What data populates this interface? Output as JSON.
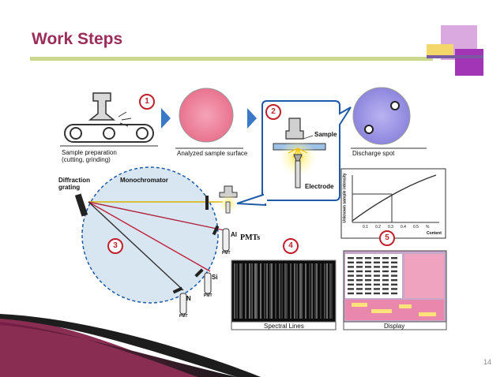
{
  "slide": {
    "title": "Work Steps",
    "page_number": "14"
  },
  "steps": {
    "n1": "1",
    "n2": "2",
    "n3": "3",
    "n4": "4",
    "n5": "5"
  },
  "captions": {
    "sample_preparation": "Sample preparation\n(cutting, grinding)",
    "analyzed_surface": "Analyzed sample surface",
    "discharge_spot": "Discharge spot",
    "spectral_lines": "Spectral Lines",
    "display": "Display"
  },
  "labels": {
    "sample": "Sample",
    "electrode": "Electrode",
    "diffraction_grating": "Diffraction\ngrating",
    "monochromator": "Monochromator",
    "al": "Al",
    "pmts": "PMTs",
    "si": "Si",
    "n": "N",
    "pmt": "PMT"
  },
  "calibration_chart": {
    "ylabel": "Unknown sample intensity",
    "xlabel": "Content",
    "ticks": [
      "0.1",
      "0.2",
      "0.3",
      "0.4",
      "0.5",
      "%"
    ]
  },
  "colors": {
    "title": "#9b2d5a",
    "accent_rule": "#c9d78f",
    "step_circle": "#c0202a",
    "arrow": "#3a78c8",
    "circle_fill": "#d8e6f2",
    "deco_violet": "#a235b5",
    "deco_lilac": "#d9a9e0",
    "deco_gold": "#f3d76b"
  }
}
